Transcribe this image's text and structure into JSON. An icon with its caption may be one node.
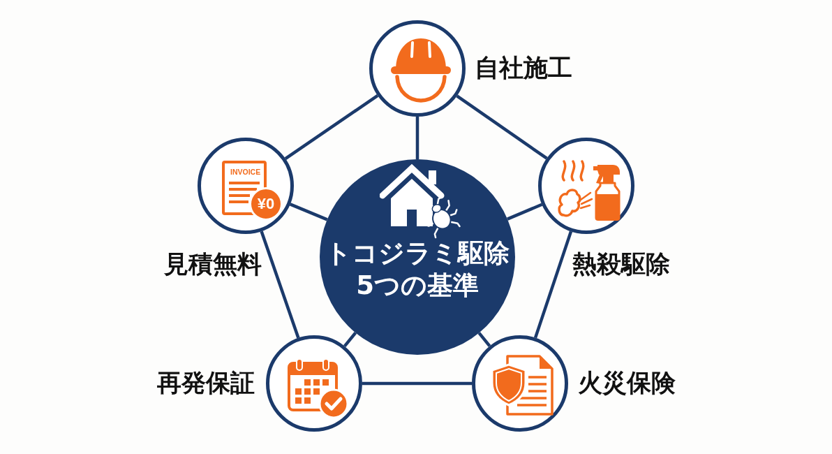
{
  "diagram": {
    "nodes": [
      {
        "text": [
          "トコジラミ駆除5つの基準"
        ]
      },
      {
        "text": [],
        "shape": "circle",
        "beside": [
          "自社施工"
        ]
      },
      {
        "text": [],
        "shape": "circle",
        "beside": [
          "見積無料"
        ]
      },
      {
        "text": [],
        "shape": "circle",
        "beside": [
          "熱殺駆除"
        ]
      },
      {
        "text": [],
        "shape": "circle",
        "beside": [
          "再発保証"
        ]
      },
      {
        "text": [],
        "shape": "circle",
        "beside": [
          "火災保険"
        ]
      }
    ],
    "edges": [
      {
        "from": 0,
        "to": 1,
        "arrow": "none"
      },
      {
        "from": 0,
        "to": 2,
        "arrow": "none"
      },
      {
        "from": 0,
        "to": 3,
        "arrow": "none"
      },
      {
        "from": 0,
        "to": 4,
        "arrow": "none"
      },
      {
        "from": 0,
        "to": 5,
        "arrow": "none"
      },
      {
        "from": 1,
        "to": 2,
        "arrow": "none"
      },
      {
        "from": 1,
        "to": 3,
        "arrow": "none"
      },
      {
        "from": 2,
        "to": 4,
        "arrow": "none"
      },
      {
        "from": 3,
        "to": 5,
        "arrow": "none"
      },
      {
        "from": 4,
        "to": 5,
        "arrow": "none"
      }
    ],
    "labels": [
      "INVOICE",
      "¥0"
    ]
  }
}
